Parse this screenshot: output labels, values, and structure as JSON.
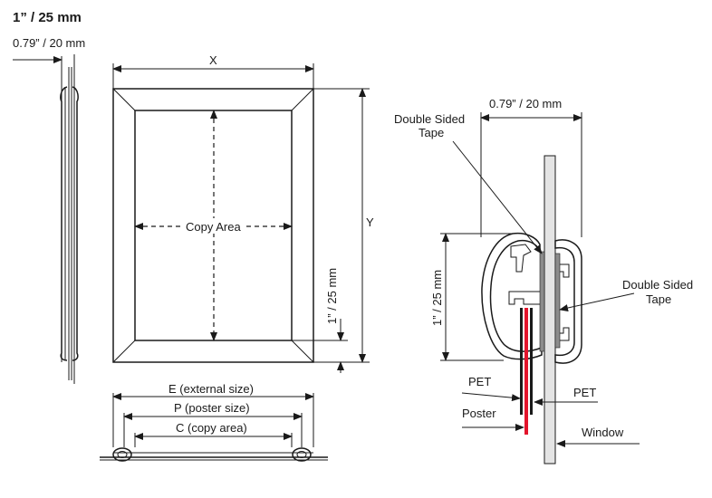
{
  "title": "1” / 25 mm",
  "front_view": {
    "profile_width_label": "0.79” / 20 mm",
    "width_label": "X",
    "height_label": "Y",
    "copy_area_label": "Copy Area",
    "frame_width_label": "1” / 25 mm"
  },
  "bottom_view": {
    "external_label": "E (external size)",
    "poster_label": "P (poster size)",
    "copy_label": "C (copy area)"
  },
  "section_view": {
    "depth_label": "0.79” / 20 mm",
    "frame_width_label": "1” / 25 mm",
    "tape_label_1a": "Double Sided",
    "tape_label_1b": "Tape",
    "tape_label_2a": "Double Sided",
    "tape_label_2b": "Tape",
    "pet_left_label": "PET",
    "pet_right_label": "PET",
    "poster_label": "Poster",
    "window_label": "Window"
  },
  "colors": {
    "poster": "#e3142c",
    "pet": "#1a1a1a",
    "tape": "#8c8c8c",
    "window": "#e4e4e4"
  }
}
